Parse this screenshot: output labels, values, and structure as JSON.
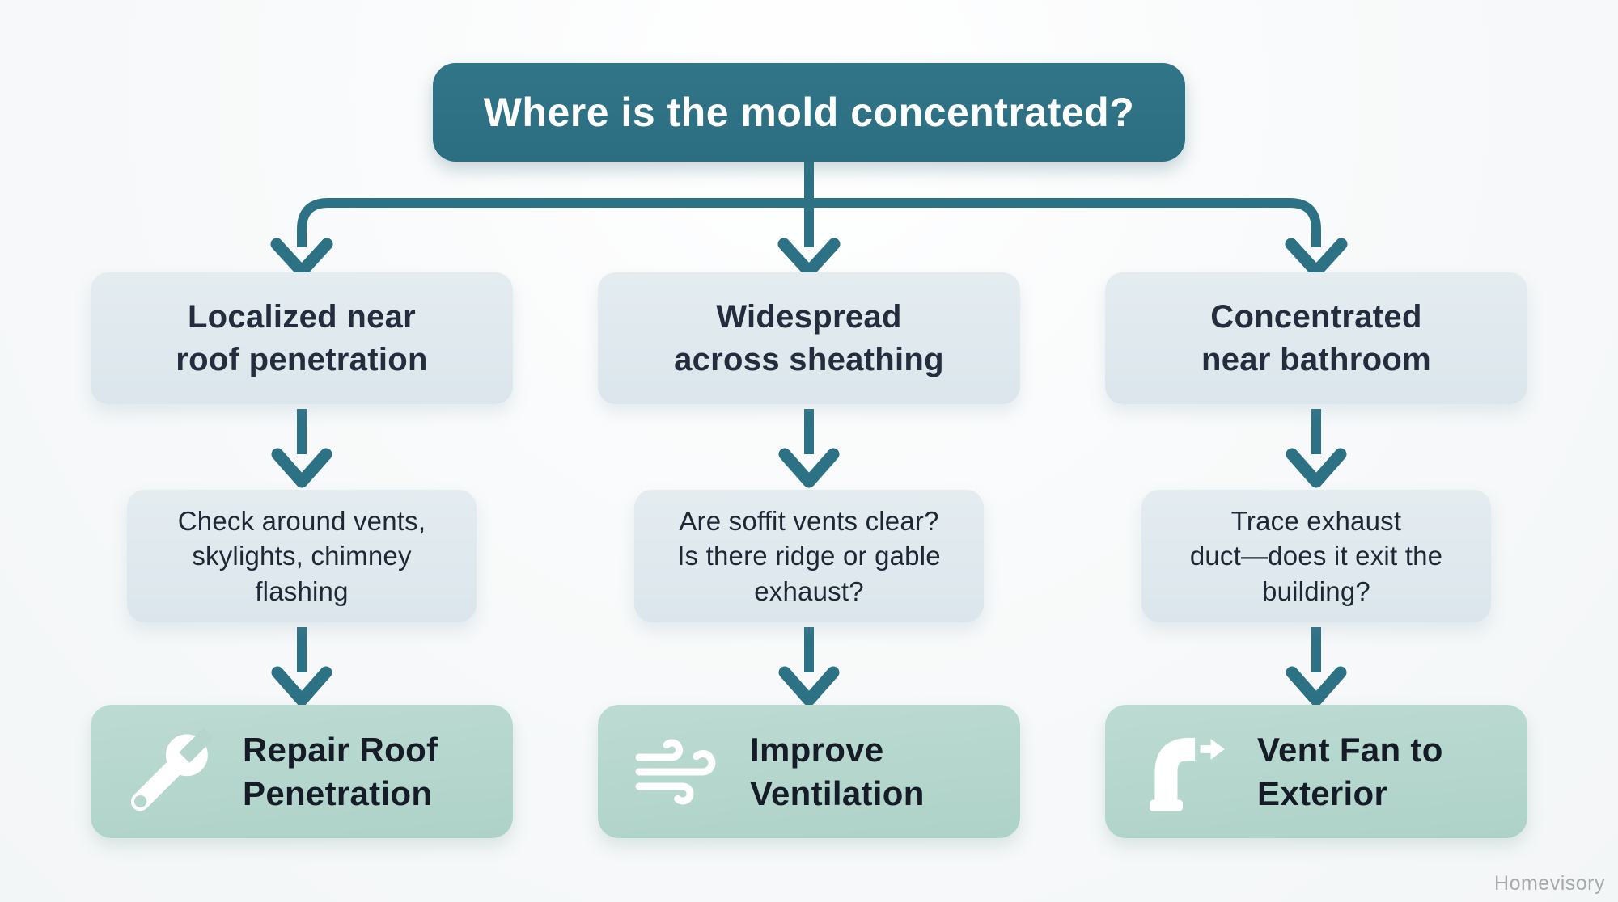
{
  "title": "Where is the mold concentrated?",
  "watermark": "Homevisory",
  "colors": {
    "teal_box": "#2f7283",
    "arrow_teal": "#2d7184",
    "light_box": "#dfe9ee",
    "mint_box": "#b5d6cd",
    "dark_navy_text": "#232d3d",
    "action_text": "#151c27",
    "background": "#f7f9fa"
  },
  "columns": [
    {
      "branch": "Localized near\nroof penetration",
      "check": "Check around vents,\nskylights, chimney\nflashing",
      "action": "Repair Roof\nPenetration",
      "icon": "wrench-icon"
    },
    {
      "branch": "Widespread\nacross sheathing",
      "check": "Are soffit vents clear?\nIs there ridge or gable\nexhaust?",
      "action": "Improve\nVentilation",
      "icon": "wind-icon"
    },
    {
      "branch": "Concentrated\nnear bathroom",
      "check": "Trace exhaust\nduct—does it exit the\nbuilding?",
      "action": "Vent Fan to\nExterior",
      "icon": "duct-icon"
    }
  ]
}
